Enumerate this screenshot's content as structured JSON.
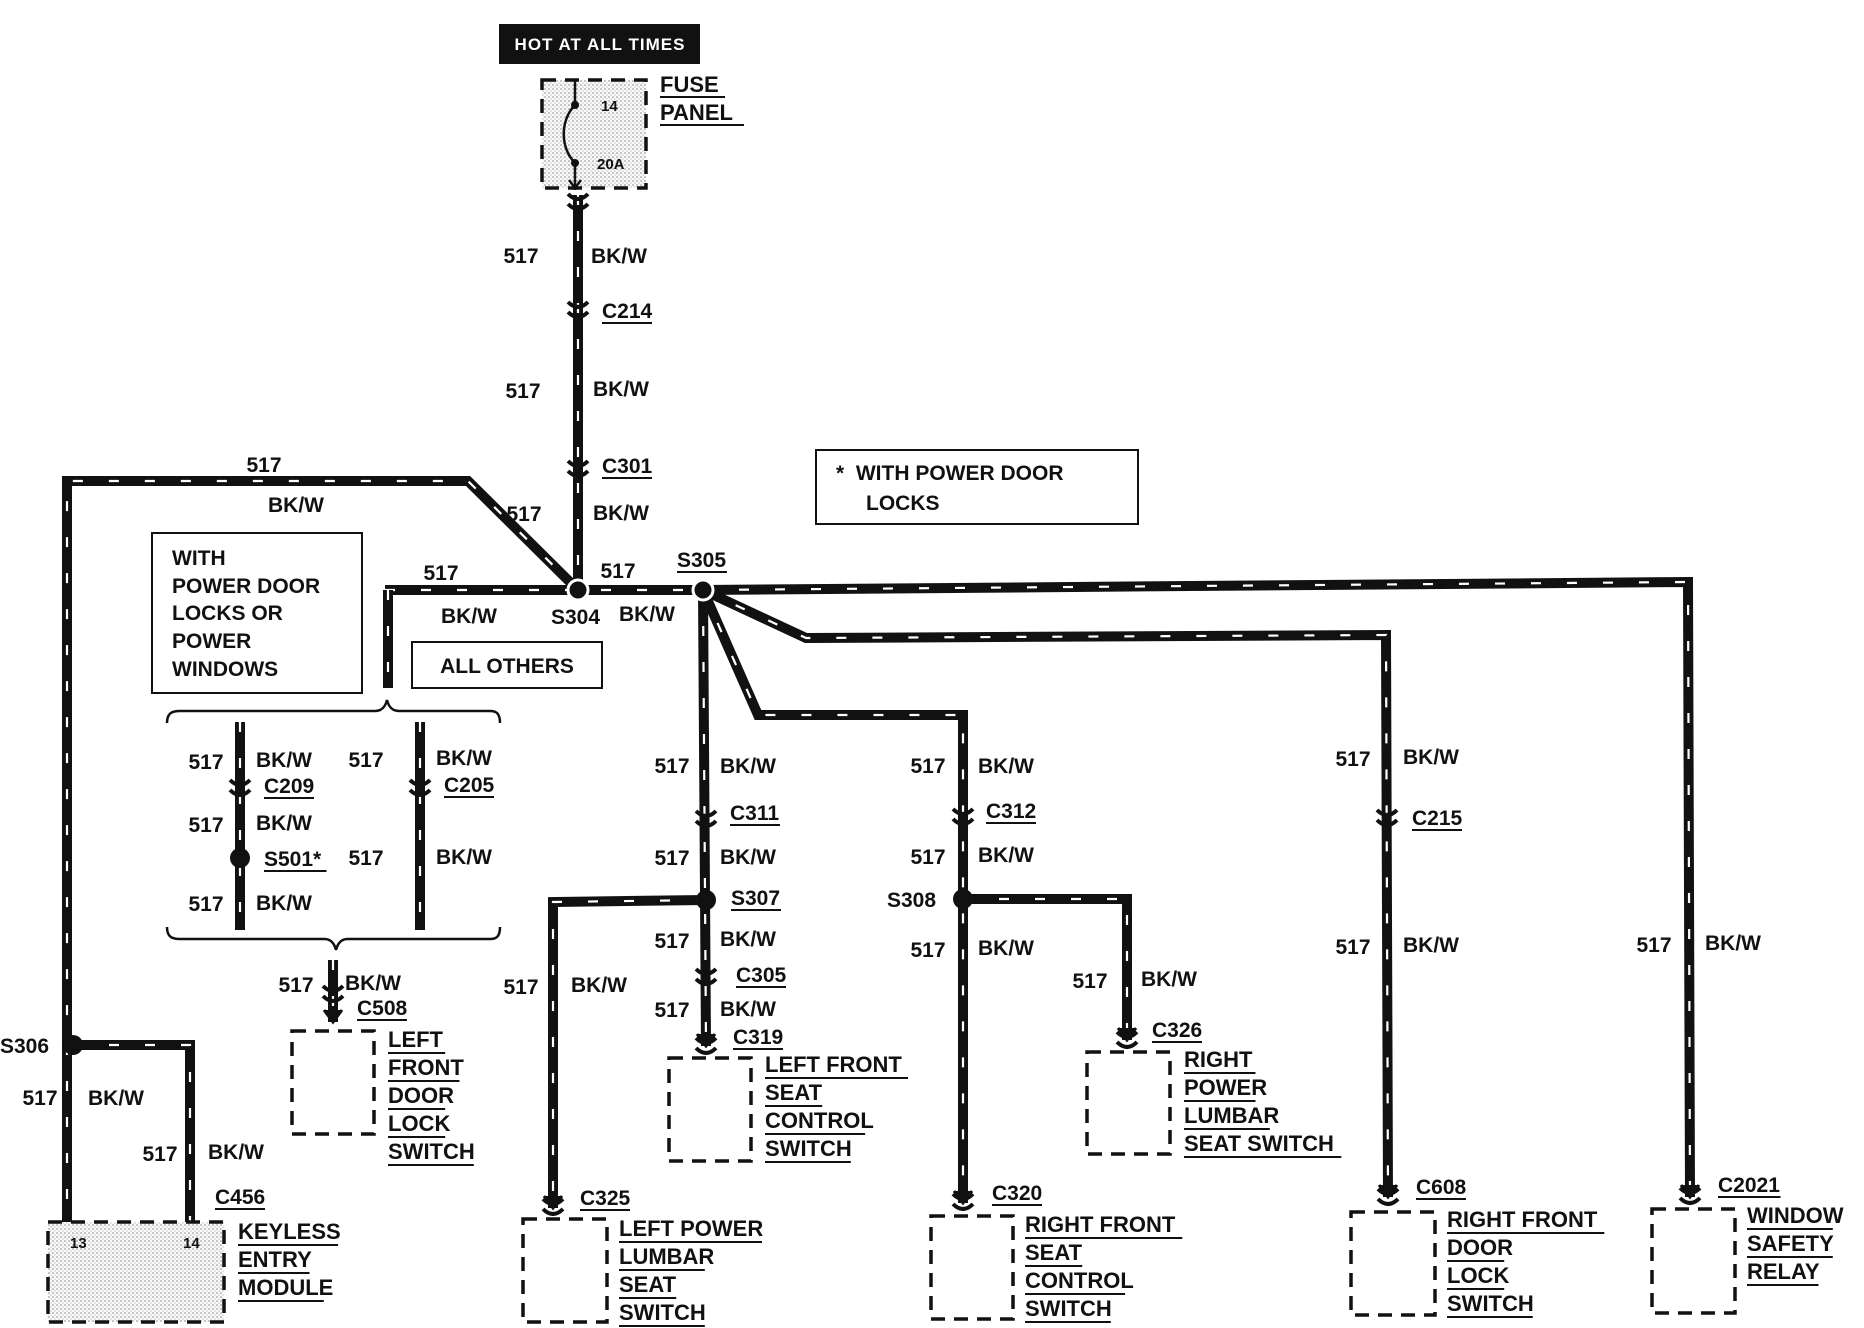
{
  "header": {
    "hot_at_all_times": "HOT AT ALL TIMES"
  },
  "fuse": {
    "title_line1": "FUSE",
    "title_line2": "PANEL",
    "number": "14",
    "rating": "20A"
  },
  "wire": {
    "circuit": "517",
    "color": "BK/W"
  },
  "connectors": {
    "c214": "C214",
    "c301": "C301",
    "c209": "C209",
    "c205": "C205",
    "c508": "C508",
    "c311": "C311",
    "c305": "C305",
    "c319": "C319",
    "c312": "C312",
    "c326": "C326",
    "c215": "C215",
    "c608": "C608",
    "c2021": "C2021",
    "c325": "C325",
    "c320": "C320",
    "c456": "C456"
  },
  "splices": {
    "s304": "S304",
    "s305": "S305",
    "s306": "S306",
    "s307": "S307",
    "s308": "S308",
    "s501": "S501*"
  },
  "notes": {
    "power_door_locks_line1": "*  WITH POWER DOOR",
    "power_door_locks_line2": "LOCKS",
    "with_pdl_or_pw": [
      "WITH",
      "POWER DOOR",
      "LOCKS OR",
      "POWER",
      "WINDOWS"
    ],
    "all_others": "ALL OTHERS"
  },
  "components": {
    "keyless": {
      "lines": [
        "KEYLESS",
        "ENTRY",
        "MODULE"
      ],
      "pin_a": "13",
      "pin_b": "14"
    },
    "left_front_door_lock": {
      "lines": [
        "LEFT",
        "FRONT",
        "DOOR",
        "LOCK",
        "SWITCH"
      ]
    },
    "left_power_lumbar": {
      "lines": [
        "LEFT POWER",
        "LUMBAR",
        "SEAT",
        "SWITCH"
      ]
    },
    "left_front_seat_control": {
      "lines": [
        "LEFT FRONT",
        "SEAT",
        "CONTROL",
        "SWITCH"
      ]
    },
    "right_front_seat_control": {
      "lines": [
        "RIGHT FRONT",
        "SEAT",
        "CONTROL",
        "SWITCH"
      ]
    },
    "right_power_lumbar": {
      "lines": [
        "RIGHT",
        "POWER",
        "LUMBAR",
        "SEAT SWITCH"
      ]
    },
    "right_front_door_lock": {
      "lines": [
        "RIGHT FRONT",
        "DOOR",
        "LOCK",
        "SWITCH"
      ]
    },
    "window_safety_relay": {
      "lines": [
        "WINDOW",
        "SAFETY",
        "RELAY"
      ]
    }
  }
}
